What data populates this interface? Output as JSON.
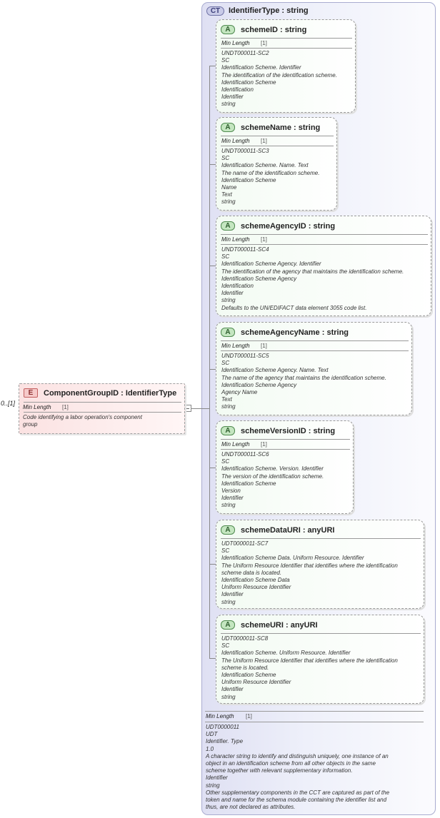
{
  "element": {
    "badge": "E",
    "name": "ComponentGroupID",
    "type": "IdentifierType",
    "cardinality": "0..[1]",
    "facet_label": "Min Length",
    "facet_value": "[1]",
    "doc": [
      "Code identifying a labor operation's component",
      "group"
    ]
  },
  "complex_type": {
    "badge": "CT",
    "name": "IdentifierType",
    "type": "string",
    "facet_label": "Min Length",
    "facet_value": "[1]",
    "doc": [
      "UDT0000011",
      "UDT",
      "Identifier. Type",
      "1.0",
      "A character string to identify and distinguish uniquely, one instance of an",
      "object in an identification scheme from all other objects in the same",
      "scheme together with relevant supplementary information.",
      "Identifier",
      "string",
      "Other supplementary components in the CCT are captured as part of the",
      "token and name for the schema module containing the identifier list and",
      "thus, are not declared as attributes."
    ]
  },
  "attributes": [
    {
      "badge": "A",
      "name": "schemeID",
      "type": "string",
      "facet_label": "Min Length",
      "facet_value": "[1]",
      "doc": [
        "UNDT000011-SC2",
        "SC",
        "Identification Scheme. Identifier",
        "The identification of the identification scheme.",
        "Identification Scheme",
        "Identification",
        "Identifier",
        "string"
      ]
    },
    {
      "badge": "A",
      "name": "schemeName",
      "type": "string",
      "facet_label": "Min Length",
      "facet_value": "[1]",
      "doc": [
        "UNDT000011-SC3",
        "SC",
        "Identification Scheme. Name. Text",
        "The name of the identification scheme.",
        "Identification Scheme",
        "Name",
        "Text",
        "string"
      ]
    },
    {
      "badge": "A",
      "name": "schemeAgencyID",
      "type": "string",
      "facet_label": "Min Length",
      "facet_value": "[1]",
      "doc": [
        "UNDT000011-SC4",
        "SC",
        "Identification Scheme Agency. Identifier",
        "The identification of the agency that maintains the identification scheme.",
        "Identification Scheme Agency",
        "Identification",
        "Identifier",
        "string",
        "Defaults to the UN/EDIFACT data element 3055 code list."
      ]
    },
    {
      "badge": "A",
      "name": "schemeAgencyName",
      "type": "string",
      "facet_label": "Min Length",
      "facet_value": "[1]",
      "doc": [
        "UNDT000011-SC5",
        "SC",
        "Identification Scheme Agency. Name. Text",
        "The name of the agency that maintains the identification scheme.",
        "Identification Scheme Agency",
        "Agency Name",
        "Text",
        "string"
      ]
    },
    {
      "badge": "A",
      "name": "schemeVersionID",
      "type": "string",
      "facet_label": "Min Length",
      "facet_value": "[1]",
      "doc": [
        "UNDT000011-SC6",
        "SC",
        "Identification Scheme. Version. Identifier",
        "The version of the identification scheme.",
        "Identification Scheme",
        "Version",
        "Identifier",
        "string"
      ]
    },
    {
      "badge": "A",
      "name": "schemeDataURI",
      "type": "anyURI",
      "facet_label": "",
      "facet_value": "",
      "doc": [
        "UDT0000011-SC7",
        "SC",
        "Identification Scheme Data. Uniform Resource. Identifier",
        "The Uniform Resource Identifier that identifies where the identification",
        "scheme data is located.",
        "Identification Scheme Data",
        "Uniform Resource Identifier",
        "Identifier",
        "string"
      ]
    },
    {
      "badge": "A",
      "name": "schemeURI",
      "type": "anyURI",
      "facet_label": "",
      "facet_value": "",
      "doc": [
        "UDT0000011-SC8",
        "SC",
        "Identification Scheme. Uniform Resource. Identifier",
        "The Uniform Resource Identifier that identifies where the identification",
        "scheme is located.",
        "Identification Scheme",
        "Uniform Resource Identifier",
        "Identifier",
        "string"
      ]
    }
  ]
}
